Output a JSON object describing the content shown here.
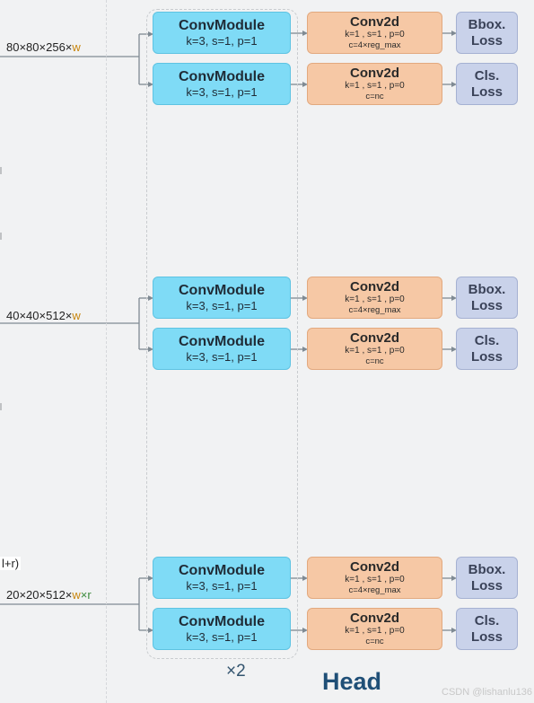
{
  "inputs": [
    {
      "prefix": "80×80×256×",
      "w": "w",
      "r": ""
    },
    {
      "prefix": "40×40×512×",
      "w": "w",
      "r": ""
    },
    {
      "prefix": "20×20×512×",
      "w": "w",
      "r": "×r"
    }
  ],
  "partial_label": "l+r)",
  "conv_module": {
    "title": "ConvModule",
    "params": "k=3, s=1, p=1"
  },
  "conv2d": {
    "title": "Conv2d",
    "params": "k=1 , s=1 , p=0",
    "bbox_extra": "c=4×reg_max",
    "cls_extra": "c=nc"
  },
  "bbox_loss": {
    "line1": "Bbox.",
    "line2": "Loss"
  },
  "cls_loss": {
    "line1": "Cls.",
    "line2": "Loss"
  },
  "repeat": "×2",
  "head_title": "Head",
  "watermark": "CSDN @lishanlu136",
  "colors": {
    "conv_module_fill": "#7fdbf6",
    "conv2d_fill": "#f6c8a5",
    "loss_fill": "#c9d2ea",
    "highlight": "#c8860e",
    "head_title": "#1f4f77"
  }
}
